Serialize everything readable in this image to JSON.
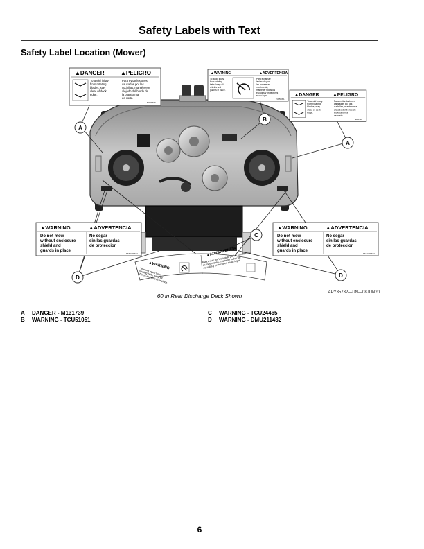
{
  "page": {
    "title": "Safety Labels with Text",
    "section_heading": "Safety Label Location (Mower)",
    "figure_ref": "APY35732—UN—08JUN20",
    "caption": "60 in Rear Discharge Deck Shown",
    "page_number": "6"
  },
  "callouts": [
    "A",
    "B",
    "A",
    "D",
    "C",
    "D"
  ],
  "labels": {
    "danger": {
      "en_title": "DANGER",
      "es_title": "PELIGRO",
      "en_lines": [
        "To avoid injury",
        "from rotating",
        "blades, stay",
        "clear of deck",
        "edge."
      ],
      "es_lines": [
        "Para evitar lesiones",
        "causadas por las",
        "cuchillas, manténerse",
        "alejado del borde de",
        "la plataforma",
        "de corte."
      ],
      "part": "M131739"
    },
    "warning_b": {
      "en_title": "WARNING",
      "es_title": "ADVERTENCIA",
      "en_lines": [
        "To avoid injury",
        "from rotating",
        "belts, keep all",
        "shields and",
        "guards in place."
      ],
      "es_lines": [
        "Para evitar ser",
        "lesionado por",
        "las correas en",
        "movimiento,",
        "mantener todos los",
        "escudos y protectores",
        "en su lugar."
      ],
      "part": "TCU51051"
    },
    "warning_d": {
      "en_title": "WARNING",
      "es_title": "ADVERTENCIA",
      "en_lines": [
        "Do not mow",
        "without enclosure",
        "shield and",
        "guards in place"
      ],
      "es_lines": [
        "No segar",
        "sin las guardas",
        "de proteccion"
      ],
      "part": "DMU211432"
    },
    "warning_c": {
      "en_title": "WARNING",
      "es_title": "ADVERTENCIA",
      "en_lines": [
        "To avoid injury from",
        "rotating belts, keep all",
        "shields and guards in place."
      ],
      "es_lines": [
        "Para evitar ser lesionado por las correas",
        "en movimiento, mantener todos los",
        "escudos y protectores en su lugar."
      ]
    }
  },
  "legend": {
    "col1": [
      "A— DANGER - M131739",
      "B— WARNING - TCU51051"
    ],
    "col2": [
      "C— WARNING - TCU24465",
      "D— WARNING - DMU211432"
    ]
  }
}
